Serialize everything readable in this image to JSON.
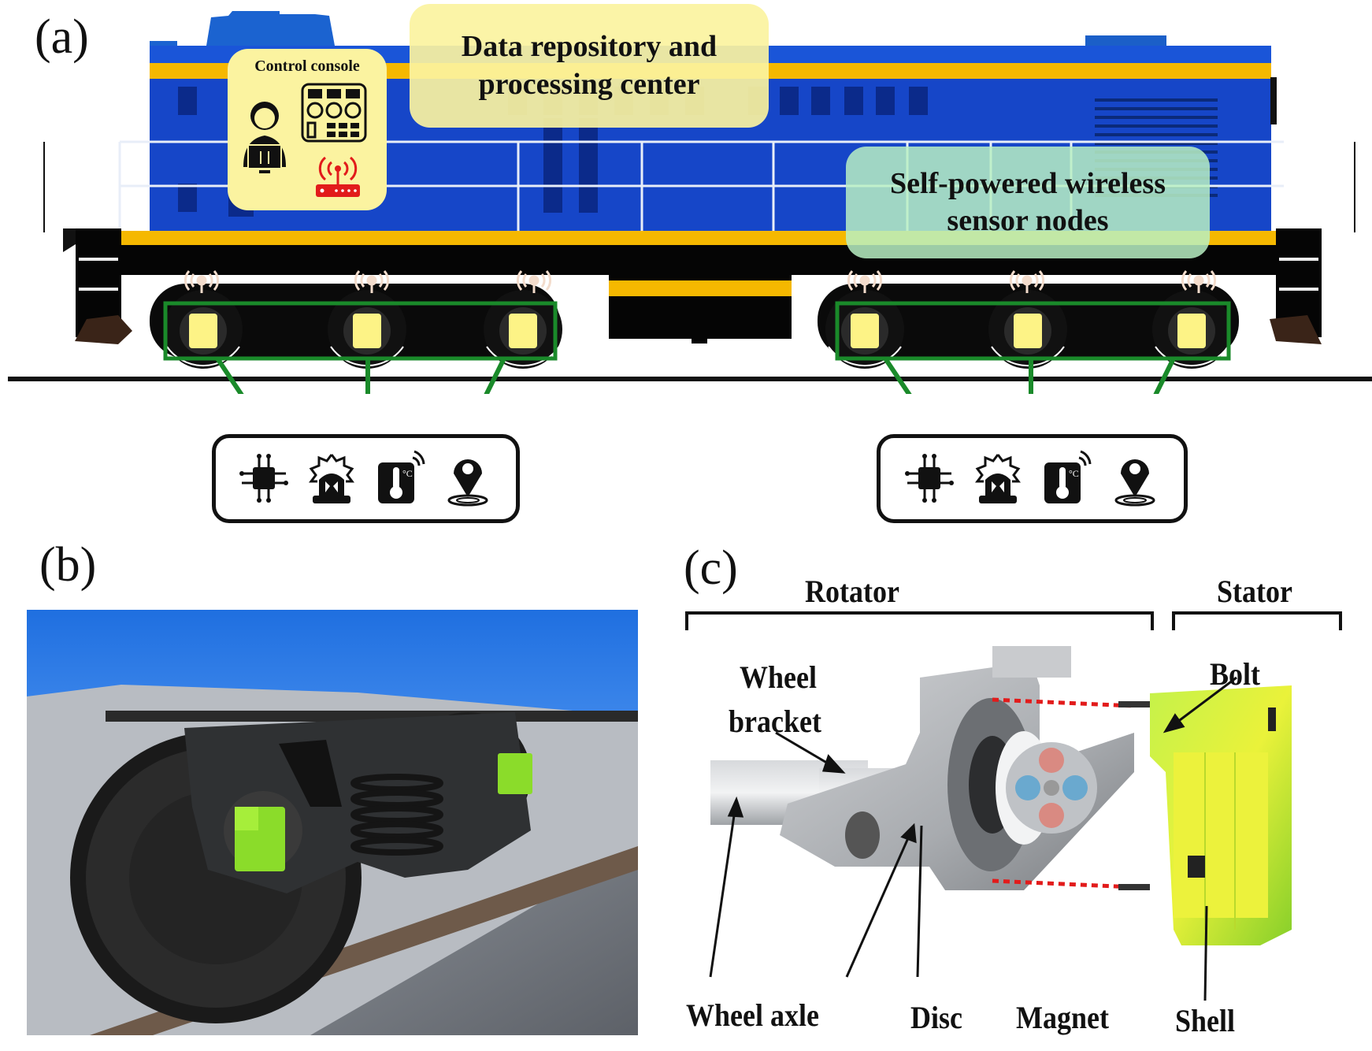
{
  "panels": {
    "a": {
      "label": "(a)",
      "control_console": {
        "title": "Control console",
        "icons": [
          "operator-headset-icon",
          "control-panel-icon",
          "wireless-router-icon"
        ]
      },
      "data_center_label": "Data repository and processing center",
      "data_center_lines": [
        "Data repository and",
        "processing center"
      ],
      "sensor_nodes_lines": [
        "Self-powered wireless",
        "sensor nodes"
      ],
      "sensor_groups": [
        {
          "name": "front-bogie",
          "nodes": 3,
          "functions": [
            "processor-chip-icon",
            "alarm-beacon-icon",
            "temperature-sensor-icon",
            "location-pin-icon"
          ]
        },
        {
          "name": "rear-bogie",
          "nodes": 3,
          "functions": [
            "processor-chip-icon",
            "alarm-beacon-icon",
            "temperature-sensor-icon",
            "location-pin-icon"
          ]
        }
      ]
    },
    "b": {
      "label": "(b)",
      "description": "Photo of train bogie with green self-powered sensor nodes mounted on wheel axle ends"
    },
    "c": {
      "label": "(c)",
      "groups": [
        {
          "label": "Rotator"
        },
        {
          "label": "Stator"
        }
      ],
      "parts": {
        "wheel_bracket": [
          "Wheel",
          "bracket"
        ],
        "bolt": "Bolt",
        "wheel_axle": "Wheel axle",
        "disc": "Disc",
        "magnet": "Magnet",
        "shell": "Shell"
      }
    }
  },
  "colors": {
    "locomotive_blue": "#1646c8",
    "stripe_yellow": "#f5b800",
    "callout_yellow": "#fbf3a0",
    "callout_teal": "#a8e3cf",
    "arrow_green": "#1a8a2a",
    "sensor_green": "#9be22c",
    "router_red": "#e21b1b"
  }
}
